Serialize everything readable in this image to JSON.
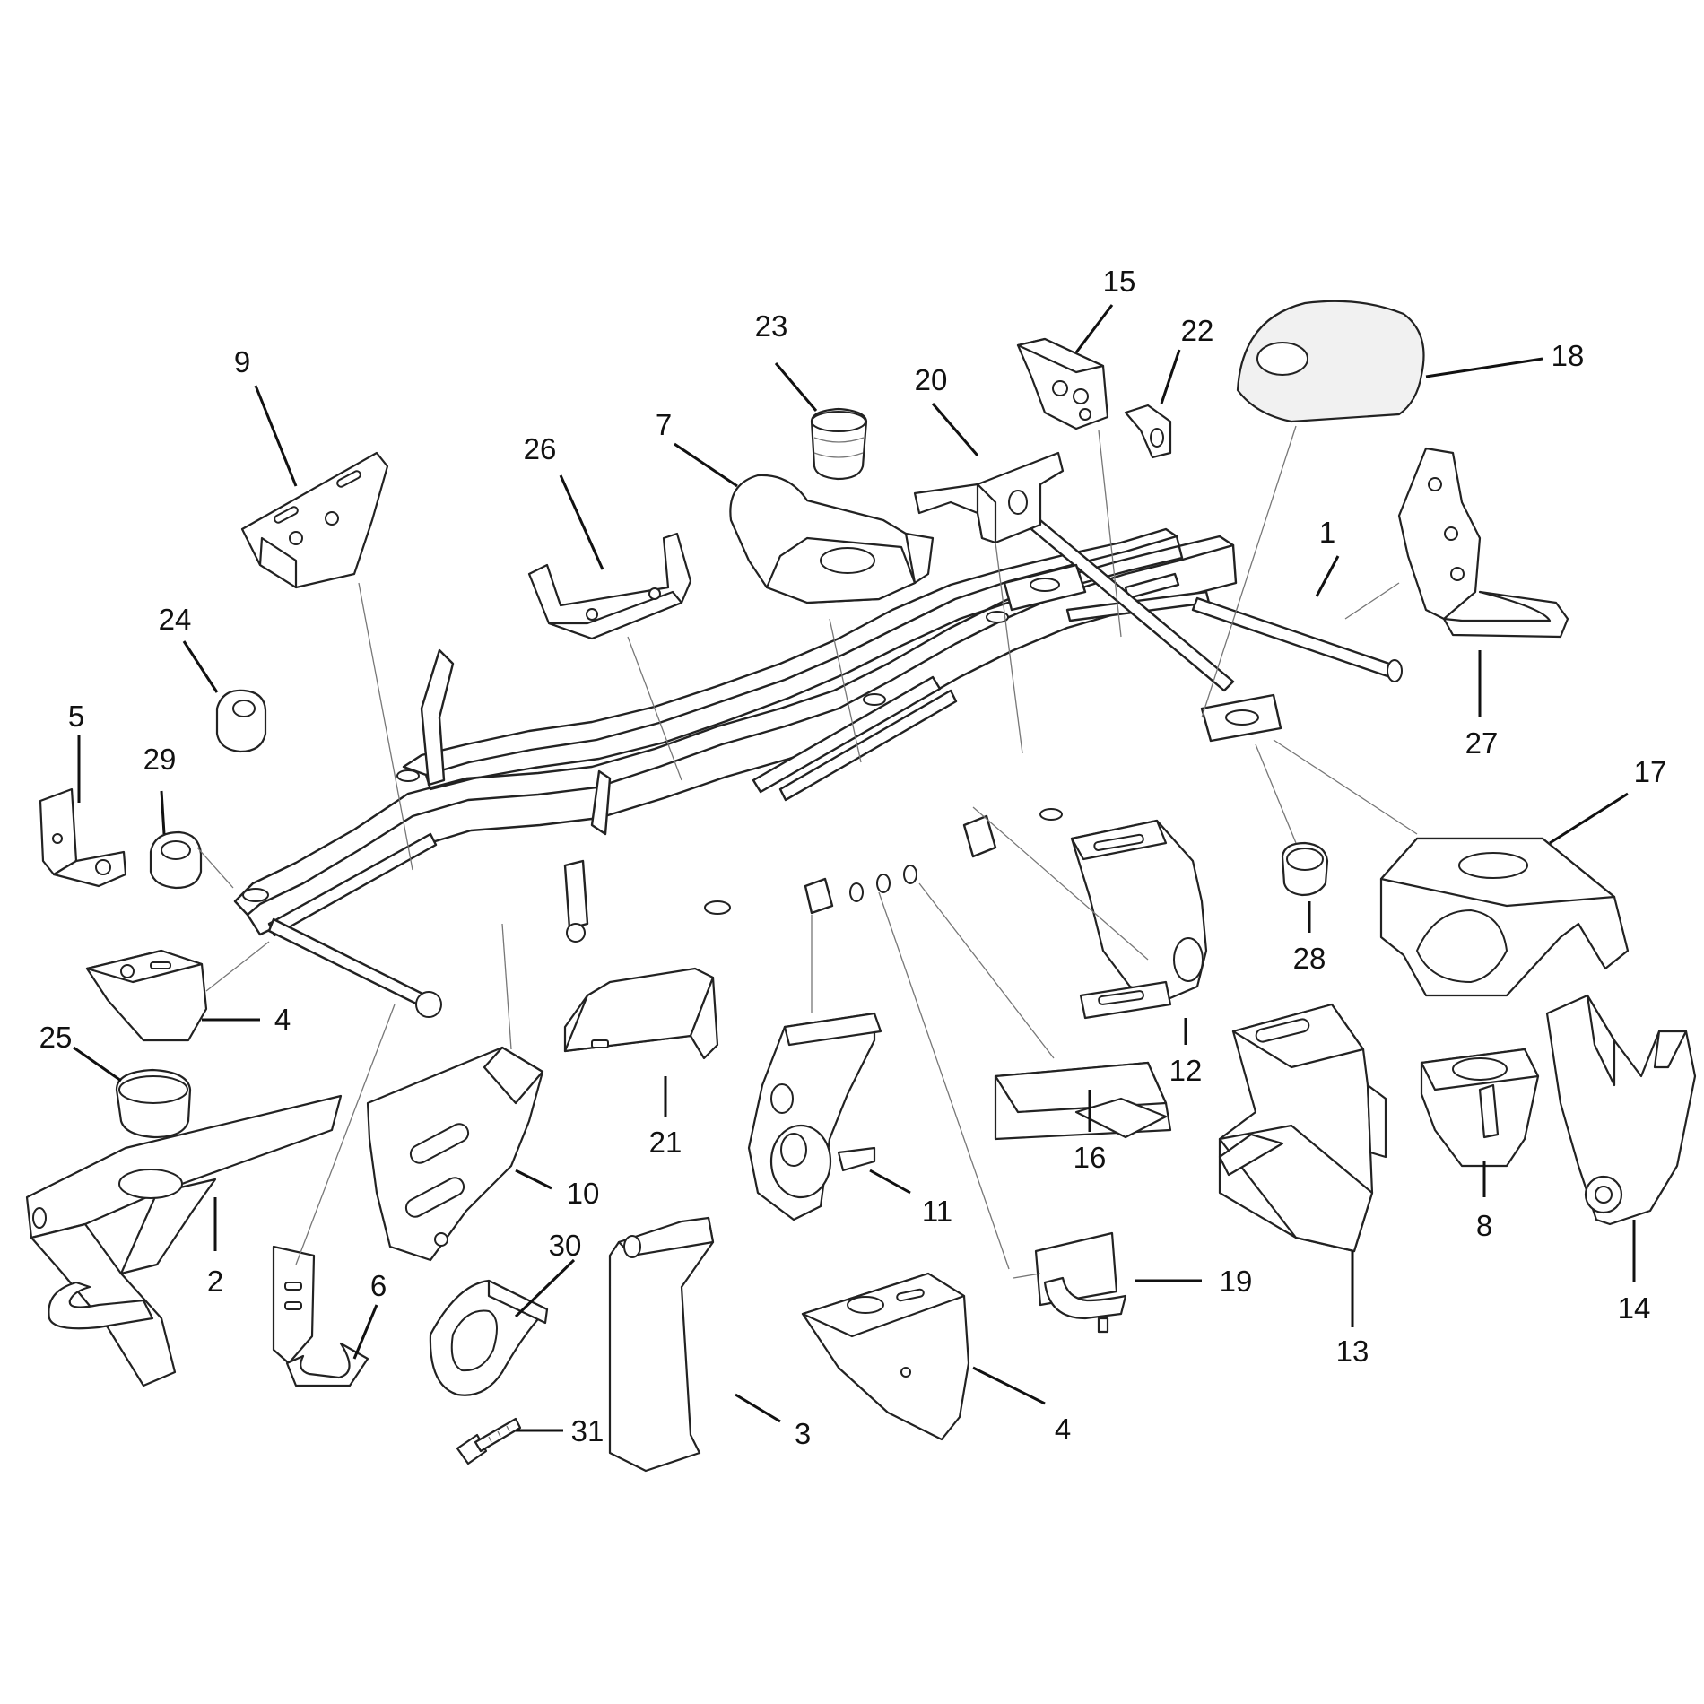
{
  "callouts": [
    {
      "id": "c1",
      "text": "1"
    },
    {
      "id": "c2",
      "text": "2"
    },
    {
      "id": "c3",
      "text": "3"
    },
    {
      "id": "c4a",
      "text": "4"
    },
    {
      "id": "c4b",
      "text": "4"
    },
    {
      "id": "c5",
      "text": "5"
    },
    {
      "id": "c6",
      "text": "6"
    },
    {
      "id": "c7",
      "text": "7"
    },
    {
      "id": "c8",
      "text": "8"
    },
    {
      "id": "c9",
      "text": "9"
    },
    {
      "id": "c10",
      "text": "10"
    },
    {
      "id": "c11",
      "text": "11"
    },
    {
      "id": "c12",
      "text": "12"
    },
    {
      "id": "c13",
      "text": "13"
    },
    {
      "id": "c14",
      "text": "14"
    },
    {
      "id": "c15",
      "text": "15"
    },
    {
      "id": "c16",
      "text": "16"
    },
    {
      "id": "c17",
      "text": "17"
    },
    {
      "id": "c18",
      "text": "18"
    },
    {
      "id": "c19",
      "text": "19"
    },
    {
      "id": "c20",
      "text": "20"
    },
    {
      "id": "c21",
      "text": "21"
    },
    {
      "id": "c22",
      "text": "22"
    },
    {
      "id": "c23",
      "text": "23"
    },
    {
      "id": "c24",
      "text": "24"
    },
    {
      "id": "c25",
      "text": "25"
    },
    {
      "id": "c26",
      "text": "26"
    },
    {
      "id": "c27",
      "text": "27"
    },
    {
      "id": "c28",
      "text": "28"
    },
    {
      "id": "c29",
      "text": "29"
    },
    {
      "id": "c30",
      "text": "30"
    },
    {
      "id": "c31",
      "text": "31"
    }
  ]
}
